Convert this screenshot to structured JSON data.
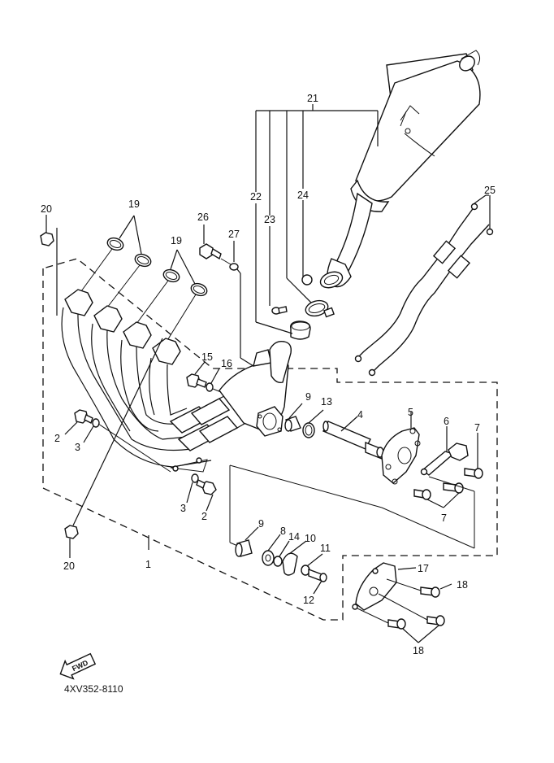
{
  "diagram": {
    "drawing_code": "4XV352-8110",
    "fwd_label": "FWD",
    "callouts": {
      "c1": "1",
      "c2a": "2",
      "c2b": "2",
      "c3a": "3",
      "c3b": "3",
      "c4": "4",
      "c5": "5",
      "c6": "6",
      "c7a": "7",
      "c7b": "7",
      "c8": "8",
      "c9a": "9",
      "c9b": "9",
      "c10": "10",
      "c11": "11",
      "c12": "12",
      "c13": "13",
      "c14": "14",
      "c15": "15",
      "c16": "16",
      "c17": "17",
      "c18a": "18",
      "c18b": "18",
      "c19a": "19",
      "c19b": "19",
      "c20a": "20",
      "c20b": "20",
      "c21": "21",
      "c22": "22",
      "c23": "23",
      "c24": "24",
      "c25": "25",
      "c26": "26",
      "c27": "27"
    },
    "parts": [
      {
        "ref": "1",
        "name": "exhaust-pipe-assembly"
      },
      {
        "ref": "2",
        "name": "bolt"
      },
      {
        "ref": "3",
        "name": "washer"
      },
      {
        "ref": "4",
        "name": "shaft"
      },
      {
        "ref": "5",
        "name": "housing-plate"
      },
      {
        "ref": "6",
        "name": "lever"
      },
      {
        "ref": "7",
        "name": "bolt"
      },
      {
        "ref": "8",
        "name": "washer"
      },
      {
        "ref": "9",
        "name": "collar"
      },
      {
        "ref": "10",
        "name": "pulley"
      },
      {
        "ref": "11",
        "name": "washer"
      },
      {
        "ref": "12",
        "name": "bolt"
      },
      {
        "ref": "13",
        "name": "seal"
      },
      {
        "ref": "14",
        "name": "o-ring"
      },
      {
        "ref": "15",
        "name": "bolt"
      },
      {
        "ref": "16",
        "name": "washer"
      },
      {
        "ref": "17",
        "name": "cover"
      },
      {
        "ref": "18",
        "name": "bolt"
      },
      {
        "ref": "19",
        "name": "gasket"
      },
      {
        "ref": "20",
        "name": "nut"
      },
      {
        "ref": "21",
        "name": "muffler-assembly"
      },
      {
        "ref": "22",
        "name": "gasket"
      },
      {
        "ref": "23",
        "name": "bolt"
      },
      {
        "ref": "24",
        "name": "nut"
      },
      {
        "ref": "25",
        "name": "cable-assembly"
      },
      {
        "ref": "26",
        "name": "bolt"
      },
      {
        "ref": "27",
        "name": "washer"
      }
    ]
  }
}
